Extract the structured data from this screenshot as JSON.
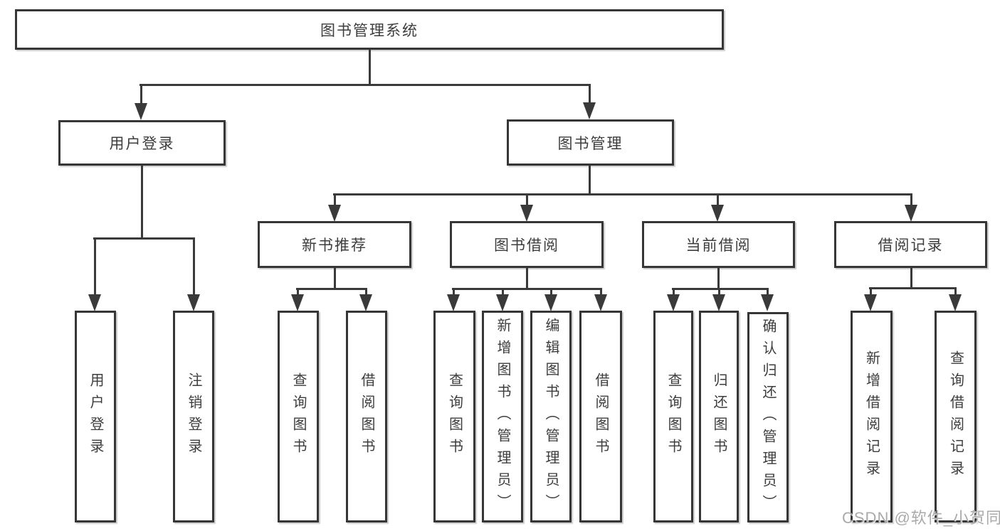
{
  "colors": {
    "background": "#ffffff",
    "line": "#3a3a3a",
    "box_border": "#363636",
    "text": "#3d3d3d",
    "watermark": "#aaaaaa"
  },
  "watermark": {
    "text": "CSDN @软件_小贺同学"
  },
  "diagram": {
    "root": {
      "label": "图书管理系统"
    },
    "branches": [
      {
        "label": "用户登录",
        "children": [
          {
            "label": "用户登录"
          },
          {
            "label": "注销登录"
          }
        ]
      },
      {
        "label": "图书管理",
        "sections": [
          {
            "label": "新书推荐",
            "children": [
              {
                "label": "查询图书"
              },
              {
                "label": "借阅图书"
              }
            ]
          },
          {
            "label": "图书借阅",
            "children": [
              {
                "label": "查询图书"
              },
              {
                "label": "新增图书（管理员）"
              },
              {
                "label": "编辑图书（管理员）"
              },
              {
                "label": "借阅图书"
              }
            ]
          },
          {
            "label": "当前借阅",
            "children": [
              {
                "label": "查询图书"
              },
              {
                "label": "归还图书"
              },
              {
                "label": "确认归还（管理员）"
              }
            ]
          },
          {
            "label": "借阅记录",
            "children": [
              {
                "label": "新增借阅记录"
              },
              {
                "label": "查询借阅记录"
              }
            ]
          }
        ]
      }
    ]
  }
}
